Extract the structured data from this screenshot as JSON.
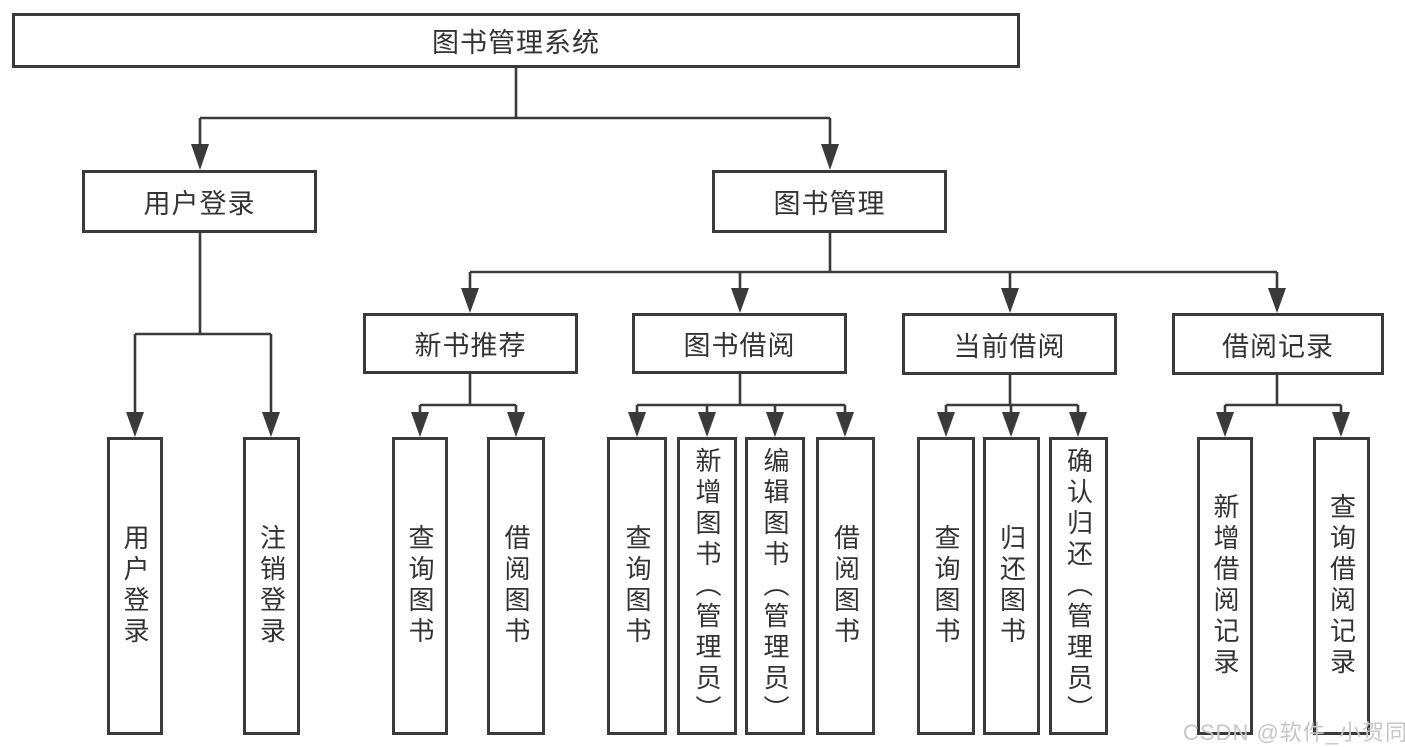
{
  "tree": {
    "root": "图书管理系统",
    "user": {
      "label": "用户登录",
      "children": [
        "用户登录",
        "注销登录"
      ]
    },
    "book": {
      "label": "图书管理",
      "sections": [
        {
          "label": "新书推荐",
          "children": [
            "查询图书",
            "借阅图书"
          ]
        },
        {
          "label": "图书借阅",
          "children": [
            "查询图书",
            "新增图书（管理员）",
            "编辑图书（管理员）",
            "借阅图书"
          ]
        },
        {
          "label": "当前借阅",
          "children": [
            "查询图书",
            "归还图书",
            "确认归还（管理员）"
          ]
        },
        {
          "label": "借阅记录",
          "children": [
            "新增借阅记录",
            "查询借阅记录"
          ]
        }
      ]
    }
  },
  "watermark": {
    "text": "CSDN @软件_小贺同学"
  },
  "colors": {
    "line": "#3a3a3a",
    "box_border": "#3a3a3a",
    "text": "#333333",
    "background": "#ffffff",
    "watermark": "#c6c6c6"
  }
}
